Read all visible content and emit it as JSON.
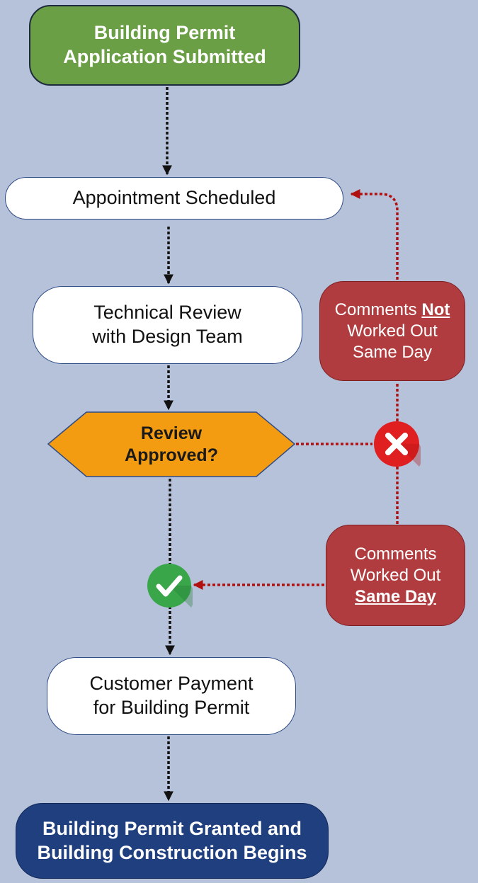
{
  "nodes": {
    "start": {
      "line1": "Building Permit",
      "line2": "Application Submitted"
    },
    "appointment": {
      "label": "Appointment Scheduled"
    },
    "technical_review": {
      "line1": "Technical Review",
      "line2": "with Design Team"
    },
    "decision": {
      "line1": "Review",
      "line2": "Approved?"
    },
    "payment": {
      "line1": "Customer Payment",
      "line2": "for Building Permit"
    },
    "end": {
      "line1": "Building Permit Granted and",
      "line2": "Building Construction Begins"
    }
  },
  "comments": {
    "not_same_day": {
      "pre": "Comments ",
      "emph": "Not",
      "line2": "Worked Out",
      "line3": "Same Day"
    },
    "same_day": {
      "line1": "Comments",
      "line2": "Worked Out",
      "emph": "Same Day"
    }
  },
  "icons": {
    "rejected": "x-circle-icon",
    "approved": "check-circle-icon"
  },
  "colors": {
    "background": "#b5c2da",
    "start_fill": "#6a9f45",
    "end_fill": "#1f3f7f",
    "decision_fill": "#f39c12",
    "comment_fill": "#b13c3f",
    "reject_icon": "#e02020",
    "approve_icon": "#3aa64a",
    "main_arrow": "#111111",
    "feedback_arrow": "#b01010"
  }
}
